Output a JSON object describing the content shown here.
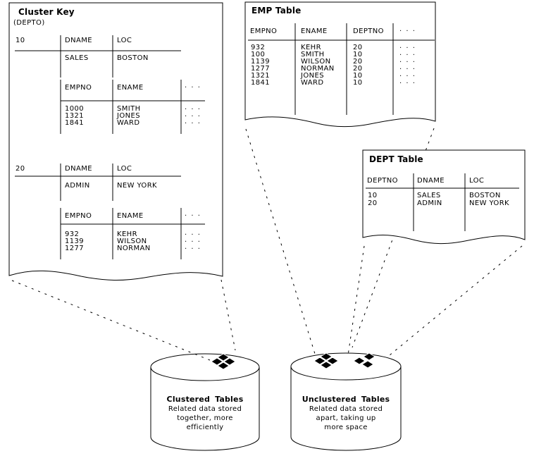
{
  "ellipsis": ". . .",
  "colors": {
    "ink": "#000000",
    "paper": "#ffffff"
  },
  "cluster_key": {
    "title": "Cluster Key",
    "subtitle": "(DEPTO)",
    "groups": [
      {
        "key": "10",
        "dname_header": "DNAME",
        "loc_header": "LOC",
        "dname": "SALES",
        "loc": "BOSTON",
        "empno_header": "EMPNO",
        "ename_header": "ENAME",
        "emp_rows": [
          {
            "empno": "1000",
            "ename": "SMITH"
          },
          {
            "empno": "1321",
            "ename": "JONES"
          },
          {
            "empno": "1841",
            "ename": "WARD"
          }
        ]
      },
      {
        "key": "20",
        "dname_header": "DNAME",
        "loc_header": "LOC",
        "dname": "ADMIN",
        "loc": "NEW YORK",
        "empno_header": "EMPNO",
        "ename_header": "ENAME",
        "emp_rows": [
          {
            "empno": "932",
            "ename": "KEHR"
          },
          {
            "empno": "1139",
            "ename": "WILSON"
          },
          {
            "empno": "1277",
            "ename": "NORMAN"
          }
        ]
      }
    ]
  },
  "emp_table": {
    "title": "EMP Table",
    "headers": {
      "empno": "EMPNO",
      "ename": "ENAME",
      "deptno": "DEPTNO"
    },
    "rows": [
      {
        "empno": "932",
        "ename": "KEHR",
        "deptno": "20"
      },
      {
        "empno": "100",
        "ename": "SMITH",
        "deptno": "10"
      },
      {
        "empno": "1139",
        "ename": "WILSON",
        "deptno": "20"
      },
      {
        "empno": "1277",
        "ename": "NORMAN",
        "deptno": "20"
      },
      {
        "empno": "1321",
        "ename": "JONES",
        "deptno": "10"
      },
      {
        "empno": "1841",
        "ename": "WARD",
        "deptno": "10"
      }
    ]
  },
  "dept_table": {
    "title": "DEPT Table",
    "headers": {
      "deptno": "DEPTNO",
      "dname": "DNAME",
      "loc": "LOC"
    },
    "rows": [
      {
        "deptno": "10",
        "dname": "SALES",
        "loc": "BOSTON"
      },
      {
        "deptno": "20",
        "dname": "ADMIN",
        "loc": "NEW YORK"
      }
    ]
  },
  "clustered": {
    "title": "Clustered Tables",
    "desc": [
      "Related data stored",
      "together, more",
      "efficiently"
    ]
  },
  "unclustered": {
    "title": "Unclustered Tables",
    "desc": [
      "Related data stored",
      "apart, taking up",
      "more space"
    ]
  }
}
